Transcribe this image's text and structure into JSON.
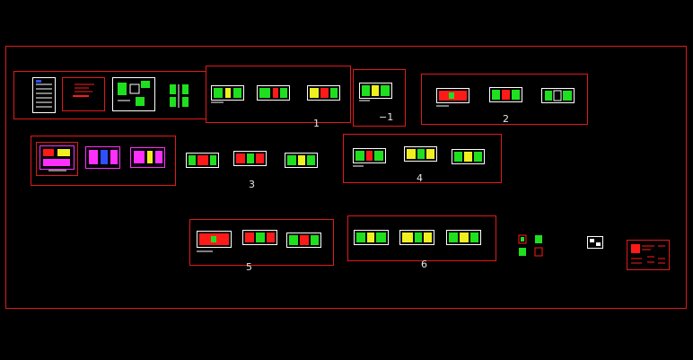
{
  "canvas": {
    "background": "#000000",
    "frame_color": "#e0191d"
  },
  "colors": {
    "red": "#ff1a1a",
    "green": "#1fe01f",
    "yellow": "#f0f020",
    "white": "#ffffff",
    "magenta": "#ff30ff",
    "cyan": "#20e0e0",
    "blue": "#3050ff"
  },
  "groups": {
    "g1": {
      "label": "1"
    },
    "g_minus1": {
      "label": "−1"
    },
    "g2": {
      "label": "2"
    },
    "g3": {
      "label": "3"
    },
    "g4": {
      "label": "4"
    },
    "g5": {
      "label": "5"
    },
    "g6": {
      "label": "6"
    }
  }
}
